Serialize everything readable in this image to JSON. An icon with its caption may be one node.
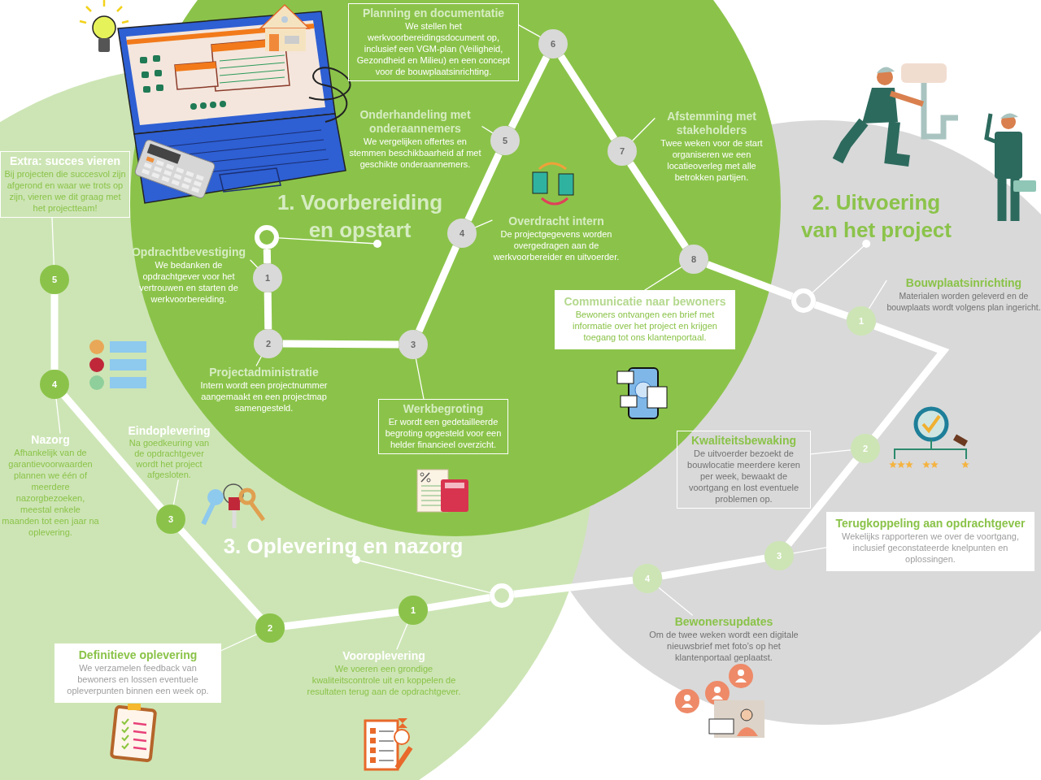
{
  "diagram": {
    "nodes": [
      {
        "text": [],
        "shape": "circle"
      },
      {
        "text": [
          "1. Voorbereiding en opstart"
        ]
      },
      {
        "text": [
          "1"
        ]
      },
      {
        "text": [
          "2"
        ]
      },
      {
        "text": [
          "3"
        ]
      },
      {
        "text": [
          "4"
        ]
      },
      {
        "text": [
          "5"
        ]
      },
      {
        "text": [
          "6"
        ]
      },
      {
        "text": [
          "7"
        ]
      },
      {
        "text": [
          "8"
        ]
      },
      {
        "text": [],
        "shape": "circle"
      },
      {
        "text": [
          "2. Uitvoering van het project"
        ]
      },
      {
        "text": [
          "1"
        ]
      },
      {
        "text": [
          "2"
        ]
      },
      {
        "text": [
          "3"
        ]
      },
      {
        "text": [
          "4"
        ]
      },
      {
        "text": [],
        "shape": "circle"
      },
      {
        "text": [
          "3. Oplevering en nazorg"
        ]
      },
      {
        "text": [
          "1"
        ]
      },
      {
        "text": [
          "2"
        ]
      },
      {
        "text": [
          "3"
        ]
      },
      {
        "text": [
          "4"
        ]
      },
      {
        "text": [
          "5"
        ]
      },
      {
        "text": [
          "Opdrachtbevestiging",
          "We bedanken de opdrachtgever voor het vertrouwen en starten de werkvoorbereiding."
        ]
      },
      {
        "text": [
          "Projectadministratie",
          "Intern wordt een projectnummer aangemaakt en een projectmap samengesteld."
        ]
      },
      {
        "text": [
          "Werkbegroting",
          "Er wordt een gedetailleerde begroting opgesteld voor een helder financieel overzicht."
        ]
      },
      {
        "text": [
          "Overdracht intern",
          "De projectgegevens worden overgedragen aan de werkvoorbereider en uitvoerder."
        ]
      },
      {
        "text": [
          "Onderhandeling met onderaannemers",
          "We vergelijken offertes en stemmen beschikbaarheid af met geschikte onderaannemers."
        ]
      },
      {
        "text": [
          "Planning en documentatie",
          "We stellen het werkvoorbereidingsdocument op, inclusief een VGM-plan (Veiligheid, Gezondheid en Milieu) en een concept voor de bouwplaatsinrichting."
        ]
      },
      {
        "text": [
          "Afstemming met stakeholders",
          "Twee weken voor de start organiseren we een locatieoverleg met alle betrokken partijen."
        ]
      },
      {
        "text": [
          "Communicatie naar bewoners",
          "Bewoners ontvangen een brief met informatie over het project en krijgen toegang tot ons klantenportaal."
        ]
      },
      {
        "text": [
          "Bouwplaatsinrichting",
          "Materialen worden geleverd en de bouwplaats wordt volgens plan ingericht."
        ]
      },
      {
        "text": [
          "Kwaliteitsbewaking",
          "De uitvoerder bezoekt de bouwlocatie meerdere keren per week, bewaakt de voortgang en lost eventuele problemen op."
        ]
      },
      {
        "text": [
          "Terugkoppeling aan opdrachtgever",
          "Wekelijks rapporteren we over de voortgang, inclusief geconstateerde knelpunten en oplossingen."
        ]
      },
      {
        "text": [
          "Bewonersupdates",
          "Om de twee weken wordt een digitale nieuwsbrief met foto’s op het klantenportaal geplaatst."
        ]
      },
      {
        "text": [
          "Vooroplevering",
          "We voeren een grondige kwaliteitscontrole uit en koppelen de resultaten terug aan de opdrachtgever."
        ]
      },
      {
        "text": [
          "Definitieve oplevering",
          "We verzamelen feedback van bewoners en lossen eventuele opleverpunten binnen een week op."
        ]
      },
      {
        "text": [
          "Eindoplevering",
          "Na goedkeuring van de opdrachtgever wordt het project afgesloten."
        ]
      },
      {
        "text": [
          "Nazorg",
          "Afhankelijk van de garantievoorwaarden plannen we één of meerdere nazorgbezoeken, meestal enkele maanden tot een jaar na oplevering."
        ]
      },
      {
        "text": [
          "Extra: succes vieren",
          "Bij projecten die succesvol zijn afgerond en waar we trots op zijn, vieren we dit graag met het projectteam!"
        ]
      }
    ],
    "edges": [
      {
        "from": 0,
        "to": 2,
        "arrow": "none",
        "style": "thick"
      },
      {
        "from": 2,
        "to": 3,
        "arrow": "none",
        "style": "thick"
      },
      {
        "from": 3,
        "to": 4,
        "arrow": "none",
        "style": "thick"
      },
      {
        "from": 4,
        "to": 5,
        "arrow": "none",
        "style": "thick"
      },
      {
        "from": 5,
        "to": 6,
        "arrow": "none",
        "style": "thick"
      },
      {
        "from": 6,
        "to": 7,
        "arrow": "none",
        "style": "thick"
      },
      {
        "from": 7,
        "to": 8,
        "arrow": "none",
        "style": "thick"
      },
      {
        "from": 8,
        "to": 9,
        "arrow": "none",
        "style": "thick"
      },
      {
        "from": 9,
        "to": 10,
        "arrow": "none",
        "style": "thick"
      },
      {
        "from": 10,
        "to": 12,
        "arrow": "none",
        "style": "thick"
      },
      {
        "from": 12,
        "to": 13,
        "arrow": "none",
        "style": "thick"
      },
      {
        "from": 13,
        "to": 14,
        "arrow": "none",
        "style": "thick"
      },
      {
        "from": 14,
        "to": 15,
        "arrow": "none",
        "style": "thick"
      },
      {
        "from": 15,
        "to": 16,
        "arrow": "none",
        "style": "thick"
      },
      {
        "from": 16,
        "to": 18,
        "arrow": "none",
        "style": "thick"
      },
      {
        "from": 18,
        "to": 19,
        "arrow": "none",
        "style": "thick"
      },
      {
        "from": 19,
        "to": 20,
        "arrow": "none",
        "style": "thick"
      },
      {
        "from": 20,
        "to": 21,
        "arrow": "none",
        "style": "thick"
      },
      {
        "from": 21,
        "to": 22,
        "arrow": "none",
        "style": "thick"
      },
      {
        "from": 1,
        "to": 0,
        "arrow": "other"
      },
      {
        "from": 11,
        "to": 10,
        "arrow": "other"
      },
      {
        "from": 17,
        "to": 16,
        "arrow": "other"
      },
      {
        "from": 23,
        "to": 2,
        "arrow": "none"
      },
      {
        "from": 24,
        "to": 3,
        "arrow": "none"
      },
      {
        "from": 25,
        "to": 4,
        "arrow": "none"
      },
      {
        "from": 26,
        "to": 5,
        "arrow": "none"
      },
      {
        "from": 27,
        "to": 6,
        "arrow": "none"
      },
      {
        "from": 28,
        "to": 7,
        "arrow": "none"
      },
      {
        "from": 29,
        "to": 8,
        "arrow": "none"
      },
      {
        "from": 30,
        "to": 9,
        "arrow": "none"
      },
      {
        "from": 31,
        "to": 12,
        "arrow": "none"
      },
      {
        "from": 32,
        "to": 13,
        "arrow": "none"
      },
      {
        "from": 33,
        "to": 14,
        "arrow": "none"
      },
      {
        "from": 34,
        "to": 15,
        "arrow": "none"
      },
      {
        "from": 35,
        "to": 18,
        "arrow": "none"
      },
      {
        "from": 36,
        "to": 19,
        "arrow": "none"
      },
      {
        "from": 37,
        "to": 20,
        "arrow": "none"
      },
      {
        "from": 38,
        "to": 21,
        "arrow": "none"
      },
      {
        "from": 22,
        "to": 39,
        "arrow": "none"
      }
    ]
  }
}
